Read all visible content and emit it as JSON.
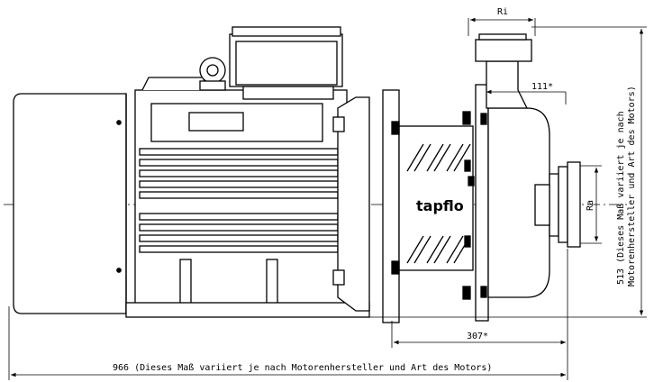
{
  "dimensions": {
    "total_length": "966 (Dieses Maß variiert je nach Motorenhersteller und Art des Motors)",
    "pump_length": "307*",
    "outlet_offset": "111*",
    "total_height_line1": "513 (Dieses Maß variiert je nach",
    "total_height_line2": "Motorenhersteller und Art des Motors)",
    "inlet": "Ra",
    "outlet": "Ri"
  },
  "logo": "tapflo",
  "colors": {
    "line": "#000000",
    "background": "#ffffff",
    "fins": "#ffffff"
  }
}
